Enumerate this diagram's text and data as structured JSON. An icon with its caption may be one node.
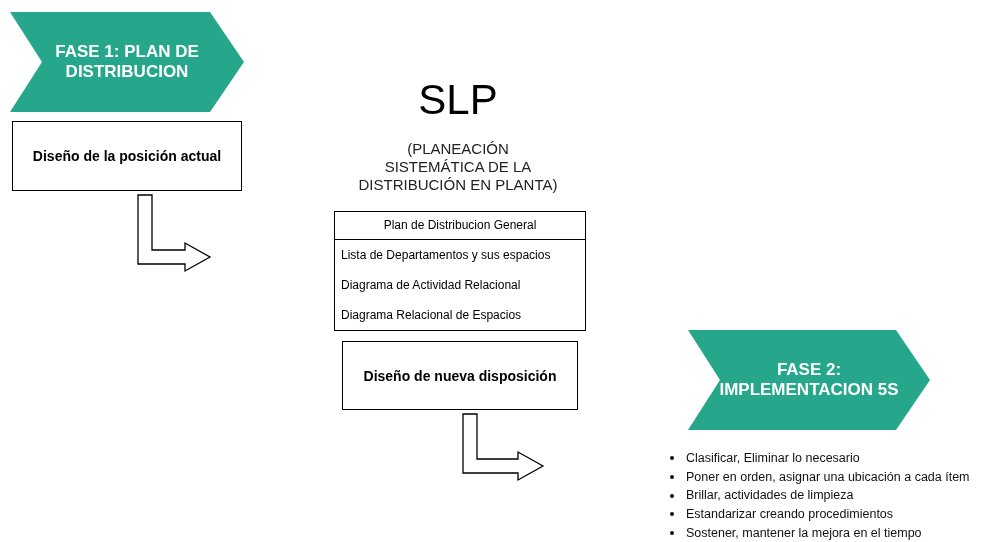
{
  "diagram": {
    "title": "SLP",
    "nodes": [
      {
        "text": [
          "FASE 1: PLAN DE DISTRIBUCION"
        ]
      },
      {
        "text": [
          "Diseño de la posición actual"
        ]
      },
      {
        "text": [
          "Plan de Distribucion General",
          "Lista de Departamentos y sus espacios",
          "Diagrama de Actividad Relacional",
          "Diagrama Relacional de Espacios"
        ]
      },
      {
        "text": [
          "Diseño de nueva disposición"
        ]
      },
      {
        "text": [
          "FASE 2: IMPLEMENTACION 5S"
        ]
      }
    ],
    "edges": [
      {
        "from": 1,
        "to": null,
        "arrow": "to"
      },
      {
        "from": 3,
        "to": null,
        "arrow": "to"
      }
    ],
    "labels": [
      "(PLANEACIÓN SISTEMÁTICA DE LA DISTRIBUCIÓN EN PLANTA)",
      "Clasificar, Eliminar lo necesario",
      "Poner en orden, asignar una ubicación a cada ítem",
      "Brillar, actividades de limpieza",
      "Estandarizar creando procedimientos",
      "Sostener, mantener la mejora en el tiempo"
    ]
  }
}
